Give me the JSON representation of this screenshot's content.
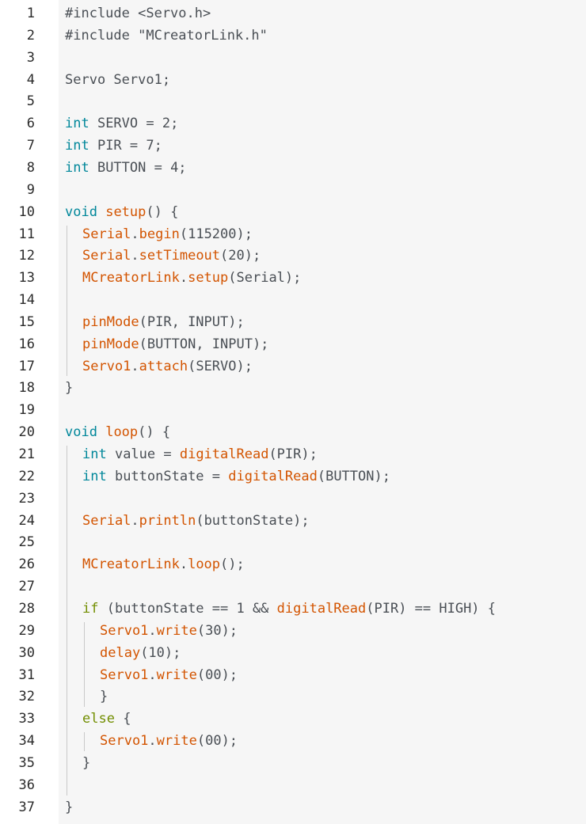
{
  "editor": {
    "lines": [
      {
        "n": "1",
        "indent": 0,
        "tokens": [
          {
            "t": "#include <Servo.h>",
            "c": "txt"
          }
        ]
      },
      {
        "n": "2",
        "indent": 0,
        "tokens": [
          {
            "t": "#include \"MCreatorLink.h\"",
            "c": "txt"
          }
        ]
      },
      {
        "n": "3",
        "indent": 0,
        "tokens": []
      },
      {
        "n": "4",
        "indent": 0,
        "tokens": [
          {
            "t": "Servo Servo1;",
            "c": "txt"
          }
        ]
      },
      {
        "n": "5",
        "indent": 0,
        "tokens": []
      },
      {
        "n": "6",
        "indent": 0,
        "tokens": [
          {
            "t": "int",
            "c": "kw"
          },
          {
            "t": " SERVO = 2;",
            "c": "txt"
          }
        ]
      },
      {
        "n": "7",
        "indent": 0,
        "tokens": [
          {
            "t": "int",
            "c": "kw"
          },
          {
            "t": " PIR = 7;",
            "c": "txt"
          }
        ]
      },
      {
        "n": "8",
        "indent": 0,
        "tokens": [
          {
            "t": "int",
            "c": "kw"
          },
          {
            "t": " BUTTON = 4;",
            "c": "txt"
          }
        ]
      },
      {
        "n": "9",
        "indent": 0,
        "tokens": []
      },
      {
        "n": "10",
        "indent": 0,
        "tokens": [
          {
            "t": "void",
            "c": "kw"
          },
          {
            "t": " ",
            "c": "txt"
          },
          {
            "t": "setup",
            "c": "fn"
          },
          {
            "t": "() {",
            "c": "txt"
          }
        ]
      },
      {
        "n": "11",
        "indent": 1,
        "tokens": [
          {
            "t": "Serial",
            "c": "fn"
          },
          {
            "t": ".",
            "c": "txt"
          },
          {
            "t": "begin",
            "c": "fn"
          },
          {
            "t": "(115200);",
            "c": "txt"
          }
        ]
      },
      {
        "n": "12",
        "indent": 1,
        "tokens": [
          {
            "t": "Serial",
            "c": "fn"
          },
          {
            "t": ".",
            "c": "txt"
          },
          {
            "t": "setTimeout",
            "c": "fn"
          },
          {
            "t": "(20);",
            "c": "txt"
          }
        ]
      },
      {
        "n": "13",
        "indent": 1,
        "tokens": [
          {
            "t": "MCreatorLink",
            "c": "fn"
          },
          {
            "t": ".",
            "c": "txt"
          },
          {
            "t": "setup",
            "c": "fn"
          },
          {
            "t": "(Serial);",
            "c": "txt"
          }
        ]
      },
      {
        "n": "14",
        "indent": 1,
        "tokens": []
      },
      {
        "n": "15",
        "indent": 1,
        "tokens": [
          {
            "t": "pinMode",
            "c": "fn"
          },
          {
            "t": "(PIR, INPUT);",
            "c": "txt"
          }
        ]
      },
      {
        "n": "16",
        "indent": 1,
        "tokens": [
          {
            "t": "pinMode",
            "c": "fn"
          },
          {
            "t": "(BUTTON, INPUT);",
            "c": "txt"
          }
        ]
      },
      {
        "n": "17",
        "indent": 1,
        "tokens": [
          {
            "t": "Servo1",
            "c": "fn"
          },
          {
            "t": ".",
            "c": "txt"
          },
          {
            "t": "attach",
            "c": "fn"
          },
          {
            "t": "(SERVO);",
            "c": "txt"
          }
        ]
      },
      {
        "n": "18",
        "indent": 0,
        "tokens": [
          {
            "t": "}",
            "c": "txt"
          }
        ]
      },
      {
        "n": "19",
        "indent": 0,
        "tokens": []
      },
      {
        "n": "20",
        "indent": 0,
        "tokens": [
          {
            "t": "void",
            "c": "kw"
          },
          {
            "t": " ",
            "c": "txt"
          },
          {
            "t": "loop",
            "c": "fn"
          },
          {
            "t": "() {",
            "c": "txt"
          }
        ]
      },
      {
        "n": "21",
        "indent": 1,
        "tokens": [
          {
            "t": "int",
            "c": "kw"
          },
          {
            "t": " value = ",
            "c": "txt"
          },
          {
            "t": "digitalRead",
            "c": "fn"
          },
          {
            "t": "(PIR);",
            "c": "txt"
          }
        ]
      },
      {
        "n": "22",
        "indent": 1,
        "tokens": [
          {
            "t": "int",
            "c": "kw"
          },
          {
            "t": " buttonState = ",
            "c": "txt"
          },
          {
            "t": "digitalRead",
            "c": "fn"
          },
          {
            "t": "(BUTTON);",
            "c": "txt"
          }
        ]
      },
      {
        "n": "23",
        "indent": 1,
        "tokens": []
      },
      {
        "n": "24",
        "indent": 1,
        "tokens": [
          {
            "t": "Serial",
            "c": "fn"
          },
          {
            "t": ".",
            "c": "txt"
          },
          {
            "t": "println",
            "c": "fn"
          },
          {
            "t": "(buttonState);",
            "c": "txt"
          }
        ]
      },
      {
        "n": "25",
        "indent": 1,
        "tokens": []
      },
      {
        "n": "26",
        "indent": 1,
        "tokens": [
          {
            "t": "MCreatorLink",
            "c": "fn"
          },
          {
            "t": ".",
            "c": "txt"
          },
          {
            "t": "loop",
            "c": "fn"
          },
          {
            "t": "();",
            "c": "txt"
          }
        ]
      },
      {
        "n": "27",
        "indent": 1,
        "tokens": []
      },
      {
        "n": "28",
        "indent": 1,
        "tokens": [
          {
            "t": "if",
            "c": "pre"
          },
          {
            "t": " (buttonState == 1 && ",
            "c": "txt"
          },
          {
            "t": "digitalRead",
            "c": "fn"
          },
          {
            "t": "(PIR) == HIGH) {",
            "c": "txt"
          }
        ]
      },
      {
        "n": "29",
        "indent": 2,
        "tokens": [
          {
            "t": "Servo1",
            "c": "fn"
          },
          {
            "t": ".",
            "c": "txt"
          },
          {
            "t": "write",
            "c": "fn"
          },
          {
            "t": "(30);",
            "c": "txt"
          }
        ]
      },
      {
        "n": "30",
        "indent": 2,
        "tokens": [
          {
            "t": "delay",
            "c": "fn"
          },
          {
            "t": "(10);",
            "c": "txt"
          }
        ]
      },
      {
        "n": "31",
        "indent": 2,
        "tokens": [
          {
            "t": "Servo1",
            "c": "fn"
          },
          {
            "t": ".",
            "c": "txt"
          },
          {
            "t": "write",
            "c": "fn"
          },
          {
            "t": "(00);",
            "c": "txt"
          }
        ]
      },
      {
        "n": "32",
        "indent": 2,
        "tokens": [
          {
            "t": "}",
            "c": "txt"
          }
        ]
      },
      {
        "n": "33",
        "indent": 1,
        "tokens": [
          {
            "t": "else",
            "c": "pre"
          },
          {
            "t": " {",
            "c": "txt"
          }
        ]
      },
      {
        "n": "34",
        "indent": 2,
        "tokens": [
          {
            "t": "Servo1",
            "c": "fn"
          },
          {
            "t": ".",
            "c": "txt"
          },
          {
            "t": "write",
            "c": "fn"
          },
          {
            "t": "(00);",
            "c": "txt"
          }
        ]
      },
      {
        "n": "35",
        "indent": 1,
        "tokens": [
          {
            "t": "}",
            "c": "txt"
          }
        ]
      },
      {
        "n": "36",
        "indent": 1,
        "tokens": []
      },
      {
        "n": "37",
        "indent": 0,
        "tokens": [
          {
            "t": "}",
            "c": "txt"
          }
        ]
      }
    ]
  }
}
